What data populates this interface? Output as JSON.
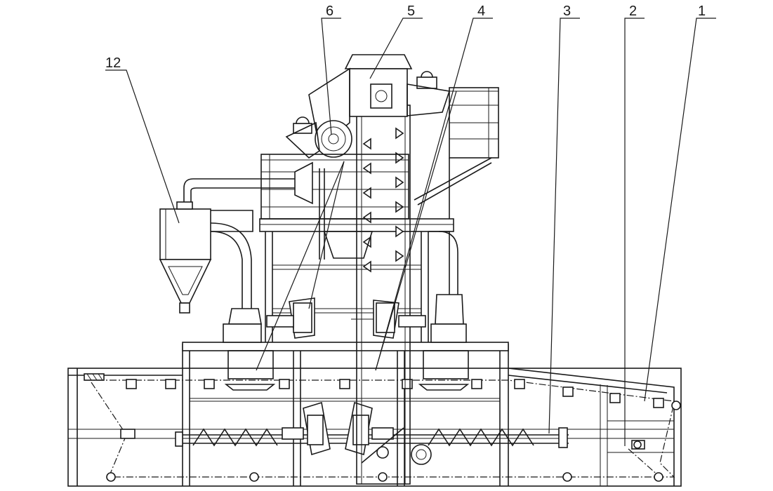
{
  "callouts": [
    {
      "id": "c1",
      "text": "1"
    },
    {
      "id": "c2",
      "text": "2"
    },
    {
      "id": "c3",
      "text": "3"
    },
    {
      "id": "c4",
      "text": "4"
    },
    {
      "id": "c5",
      "text": "5"
    },
    {
      "id": "c6",
      "text": "6"
    },
    {
      "id": "c12",
      "text": "12"
    }
  ],
  "colors": {
    "line": "#1a1a1a",
    "background": "#ffffff"
  }
}
